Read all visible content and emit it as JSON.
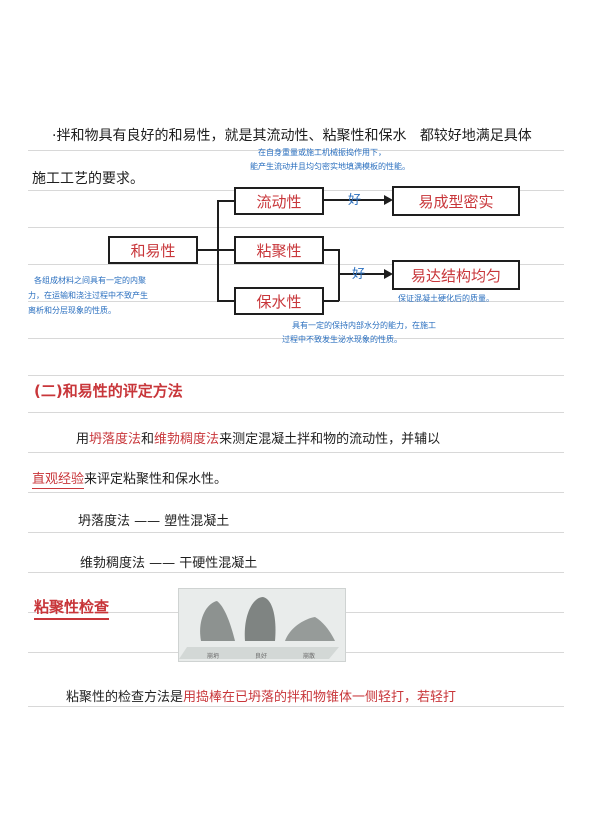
{
  "intro": {
    "line1": "·拌和物具有良好的和易性，就是其流动性、粘聚性和保水",
    "line1_tail": "都较好地满足具体",
    "line2": "施工工艺的要求。"
  },
  "diagram": {
    "root": "和易性",
    "branches": [
      "流动性",
      "粘聚性",
      "保水性"
    ],
    "result_top": "易成型密实",
    "result_bottom": "易达结构均匀",
    "arrow_label": "好",
    "note_fluidity": [
      "在自身重量或施工机械振捣作用下，",
      "能产生流动并且均匀密实地填满模板的性能。"
    ],
    "note_cohesion": [
      "各组成材料之间具有一定的内聚",
      "力，在运输和浇注过程中不致产生",
      "离析和分层现象的性质。"
    ],
    "note_water": [
      "具有一定的保持内部水分的能力，在施工",
      "过程中不致发生泌水现象的性质。"
    ],
    "note_result": "保证混凝土硬化后的质量。"
  },
  "section2": {
    "heading": "(二)和易性的评定方法",
    "p1_a": "用",
    "p1_red1": "坍落度法",
    "p1_b": "和",
    "p1_red2": "维勃稠度法",
    "p1_c": "来测定混凝土拌和物的流动性，并辅以",
    "p2_red": "直观经验",
    "p2_b": "来评定粘聚性和保水性。",
    "item1": "坍落度法 —— 塑性混凝土",
    "item2": "维勃稠度法 —— 干硬性混凝土"
  },
  "section3": {
    "heading": "粘聚性检查",
    "photo_captions": [
      "崩坍",
      "良好",
      "崩散"
    ],
    "p_a": "粘聚性的检查方法是",
    "p_red": "用捣棒在已坍落的拌和物锥体一侧轻打，若轻打"
  }
}
